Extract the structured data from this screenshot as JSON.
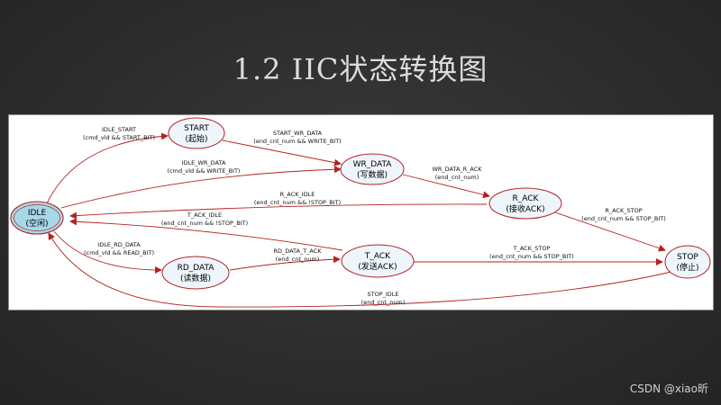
{
  "slide": {
    "title": "1.2 IIC状态转换图",
    "watermark": "CSDN @xiao昕"
  },
  "states": {
    "idle": {
      "name": "IDLE",
      "sub": "(空闲)",
      "color": "#a8d8e8"
    },
    "start": {
      "name": "START",
      "sub": "(起始)",
      "color": "#eef5fb"
    },
    "wr_data": {
      "name": "WR_DATA",
      "sub": "(写数据)",
      "color": "#eef5fb"
    },
    "r_ack": {
      "name": "R_ACK",
      "sub": "(接收ACK)",
      "color": "#eef5fb"
    },
    "rd_data": {
      "name": "RD_DATA",
      "sub": "(读数据)",
      "color": "#eef5fb"
    },
    "t_ack": {
      "name": "T_ACK",
      "sub": "(发送ACK)",
      "color": "#eef5fb"
    },
    "stop": {
      "name": "STOP",
      "sub": "(停止)",
      "color": "#eef5fb"
    }
  },
  "transitions": {
    "idle_start": {
      "name": "IDLE_START",
      "cond": "(cmd_vld && START_BIT)"
    },
    "start_wr": {
      "name": "START_WR_DATA",
      "cond": "(end_cnt_num && WRITE_BIT)"
    },
    "idle_wr": {
      "name": "IDLE_WR_DATA",
      "cond": "(cmd_vld && WRITE_BIT)"
    },
    "wr_rack": {
      "name": "WR_DATA_R_ACK",
      "cond": "(end_cnt_num)"
    },
    "rack_idle": {
      "name": "R_ACK_IDLE",
      "cond": "(end_cnt_num && !STOP_BIT)"
    },
    "tack_idle": {
      "name": "T_ACK_IDLE",
      "cond": "(end_cnt_num && !STOP_BIT)"
    },
    "idle_rd": {
      "name": "IDLE_RD_DATA",
      "cond": "(cmd_vld && READ_BIT)"
    },
    "rd_tack": {
      "name": "RD_DATA_T_ACK",
      "cond": "(end_cnt_num)"
    },
    "rack_stop": {
      "name": "R_ACK_STOP",
      "cond": "(end_cnt_num && STOP_BIT)"
    },
    "tack_stop": {
      "name": "T_ACK_STOP",
      "cond": "(end_cnt_num && STOP_BIT)"
    },
    "stop_idle": {
      "name": "STOP_IDLE",
      "cond": "(end_cnt_num)"
    }
  },
  "colors": {
    "edge": "#b22222",
    "node_stroke": "#b22222"
  }
}
